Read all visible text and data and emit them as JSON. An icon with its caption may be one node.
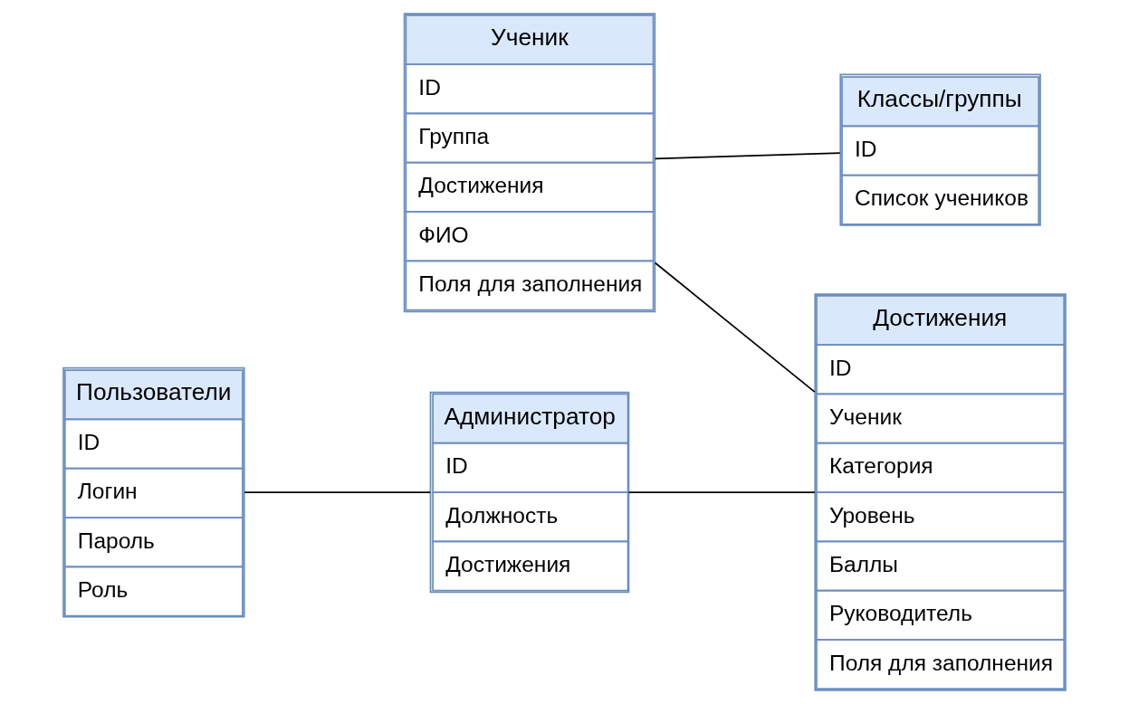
{
  "diagram": {
    "nodes": [
      {
        "text": [
          "Классы/группы",
          "ID",
          "Список учеников"
        ]
      },
      {
        "text": [
          "Пользователи",
          "ID",
          "Логин",
          "Пароль",
          "Роль"
        ]
      },
      {
        "text": [
          "Администратор",
          "ID",
          "Должность",
          "Достижения"
        ]
      },
      {
        "text": [
          "Достижения",
          "ID",
          "Ученик",
          "Категория",
          "Уровень",
          "Баллы",
          "Руководитель",
          "Поля для заполнения"
        ]
      },
      {
        "text": [
          "Ученик",
          "ID",
          "Группа",
          "Достижения",
          "ФИО",
          "Поля для заполнения"
        ]
      }
    ],
    "edges": [
      {
        "from": 1,
        "to": 2,
        "arrow": "none"
      },
      {
        "from": 2,
        "to": 3,
        "arrow": "none"
      },
      {
        "from": 4,
        "to": 3,
        "arrow": "none"
      },
      {
        "from": 4,
        "to": 0,
        "arrow": "none"
      }
    ]
  }
}
